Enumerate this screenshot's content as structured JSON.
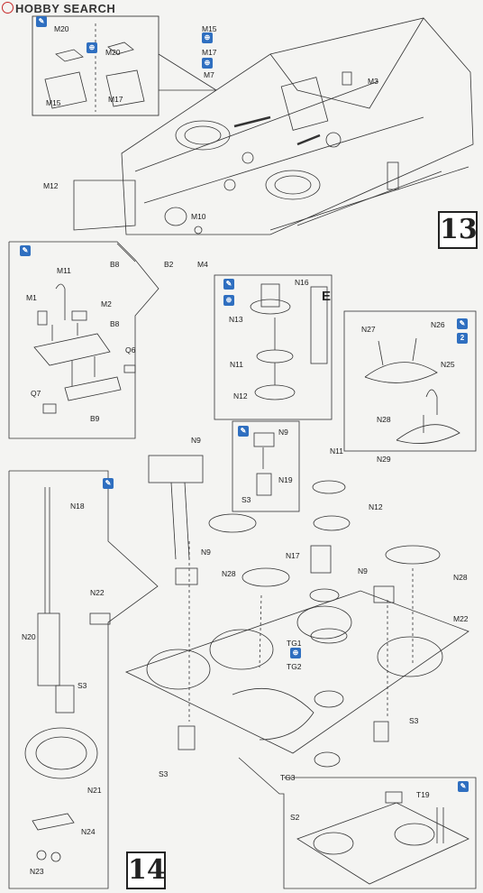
{
  "header": {
    "brand": "HOBBY SEARCH"
  },
  "steps": {
    "step13": "13",
    "step14": "14"
  },
  "detail_e": {
    "label": "E"
  },
  "icons": {
    "option_icon": "paint-icon",
    "assembly_icon": "glue-icon",
    "count2_text": "2"
  },
  "parts": {
    "m20a": "M20",
    "m20b": "M20",
    "m15a": "M15",
    "m17a": "M17",
    "m15b": "M15",
    "m17b": "M17",
    "m7": "M7",
    "m3": "M3",
    "m12": "M12",
    "m10": "M10",
    "m4": "M4",
    "b2": "B2",
    "b8a": "B8",
    "m11": "M11",
    "m1": "M1",
    "m2": "M2",
    "b8b": "B8",
    "q6": "Q6",
    "q7": "Q7",
    "b9": "B9",
    "n16": "N16",
    "n13": "N13",
    "n11a": "N11",
    "n12a": "N12",
    "n27": "N27",
    "n26": "N26",
    "n25": "N25",
    "n28a": "N28",
    "n29": "N29",
    "n9a": "N9",
    "n9b": "N9",
    "n19": "N19",
    "s3a": "S3",
    "n11b": "N11",
    "n12b": "N12",
    "n9c": "N9",
    "n28b": "N28",
    "n17": "N17",
    "n9d": "N9",
    "n28c": "N28",
    "m22": "M22",
    "n18": "N18",
    "n22": "N22",
    "n20": "N20",
    "s3b": "S3",
    "n21": "N21",
    "n24": "N24",
    "n23": "N23",
    "tg1": "TG1",
    "tg2": "TG2",
    "tg3": "TG3",
    "s3c": "S3",
    "s3d": "S3",
    "t19": "T19",
    "s2": "S2"
  }
}
